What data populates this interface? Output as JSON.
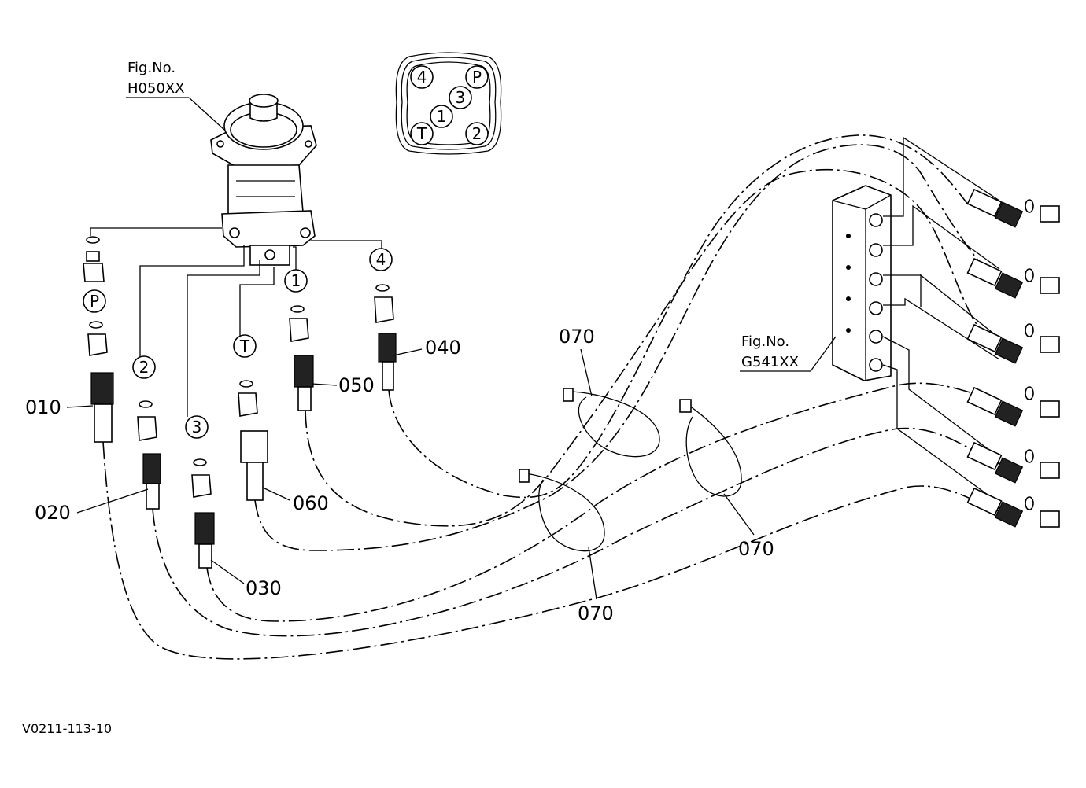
{
  "figure_refs": [
    {
      "line1": "Fig.No.",
      "line2": "H050XX"
    },
    {
      "line1": "Fig.No.",
      "line2": "G541XX"
    }
  ],
  "port_diagram": [
    "4",
    "P",
    "3",
    "1",
    "T",
    "2"
  ],
  "port_markers": [
    "P",
    "2",
    "3",
    "T",
    "1",
    "4"
  ],
  "part_labels": [
    "010",
    "020",
    "030",
    "060",
    "050",
    "040",
    "070",
    "070",
    "070"
  ],
  "drawing_id": "V0211-113-10"
}
